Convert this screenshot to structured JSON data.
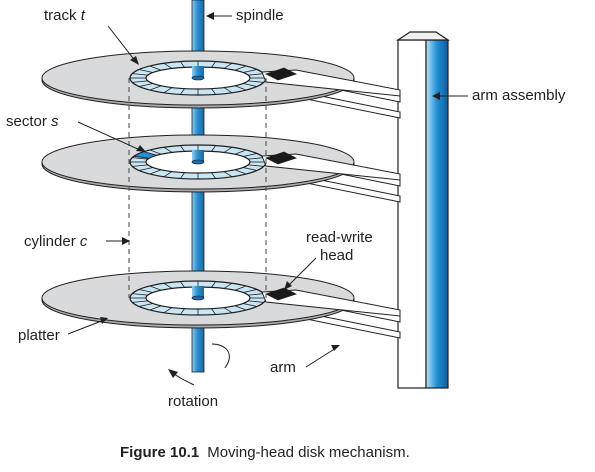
{
  "labels": {
    "track": "track",
    "track_var": "t",
    "spindle": "spindle",
    "arm_assembly": "arm assembly",
    "sector": "sector",
    "sector_var": "s",
    "cylinder": "cylinder",
    "cylinder_var": "c",
    "read_write_line1": "read-write",
    "read_write_line2": "head",
    "platter": "platter",
    "arm": "arm",
    "rotation": "rotation"
  },
  "caption": {
    "number": "Figure 10.1",
    "text": "Moving-head disk mechanism."
  },
  "colors": {
    "platter_fill": "#d9dadb",
    "track_fill": "#c9e6f4",
    "spindle_blue": "#3d9bd4",
    "sector_highlight": "#1e90d6",
    "head_black": "#1a1a1a",
    "line": "#231f20"
  }
}
